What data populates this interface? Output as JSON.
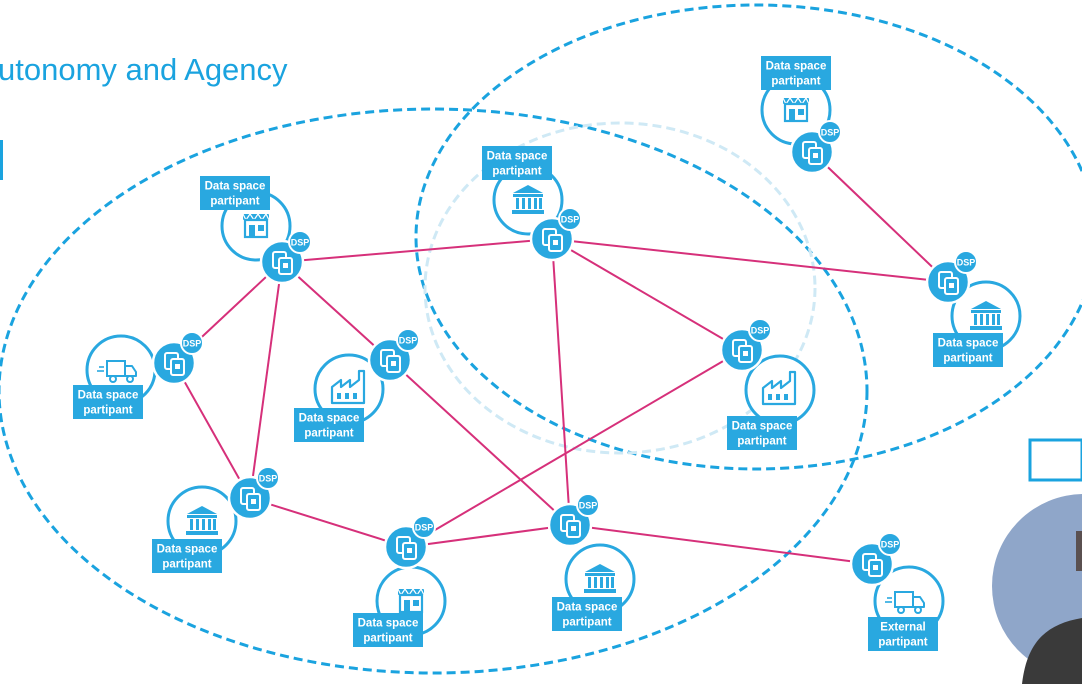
{
  "slide": {
    "title": "utonomy and Agency"
  },
  "colors": {
    "accent": "#1aa3df",
    "link": "#d6307a",
    "circle": "#29a8e0",
    "white": "#ffffff"
  },
  "badge_text": "DSP",
  "nodes": [
    {
      "id": "n1",
      "label_lines": [
        "Data space",
        "partipant"
      ],
      "icon": "shop-icon"
    },
    {
      "id": "n2",
      "label_lines": [
        "Data space",
        "partipant"
      ],
      "icon": "bank-icon"
    },
    {
      "id": "n3",
      "label_lines": [
        "Data space",
        "partipant"
      ],
      "icon": "shop-icon"
    },
    {
      "id": "n4",
      "label_lines": [
        "Data space",
        "partipant"
      ],
      "icon": "bank-icon"
    },
    {
      "id": "n5",
      "label_lines": [
        "Data space",
        "partipant"
      ],
      "icon": "truck-icon"
    },
    {
      "id": "n6",
      "label_lines": [
        "Data space",
        "partipant"
      ],
      "icon": "factory-icon"
    },
    {
      "id": "n7",
      "label_lines": [
        "Data space",
        "partipant"
      ],
      "icon": "factory-icon"
    },
    {
      "id": "n8",
      "label_lines": [
        "Data space",
        "partipant"
      ],
      "icon": "bank-icon"
    },
    {
      "id": "n9",
      "label_lines": [
        "Data space",
        "partipant"
      ],
      "icon": "shop-icon"
    },
    {
      "id": "n10",
      "label_lines": [
        "Data space",
        "partipant"
      ],
      "icon": "bank-icon"
    },
    {
      "id": "n11",
      "label_lines": [
        "External",
        "partipant"
      ],
      "icon": "truck-icon"
    }
  ],
  "connections": [
    [
      "n1",
      "n2"
    ],
    [
      "n1",
      "n5"
    ],
    [
      "n1",
      "n8"
    ],
    [
      "n1",
      "n6"
    ],
    [
      "n2",
      "n4"
    ],
    [
      "n2",
      "n10"
    ],
    [
      "n2",
      "n7"
    ],
    [
      "n3",
      "n4"
    ],
    [
      "n5",
      "n8"
    ],
    [
      "n6",
      "n10"
    ],
    [
      "n7",
      "n9"
    ],
    [
      "n8",
      "n9"
    ],
    [
      "n9",
      "n10"
    ],
    [
      "n10",
      "n11"
    ]
  ]
}
